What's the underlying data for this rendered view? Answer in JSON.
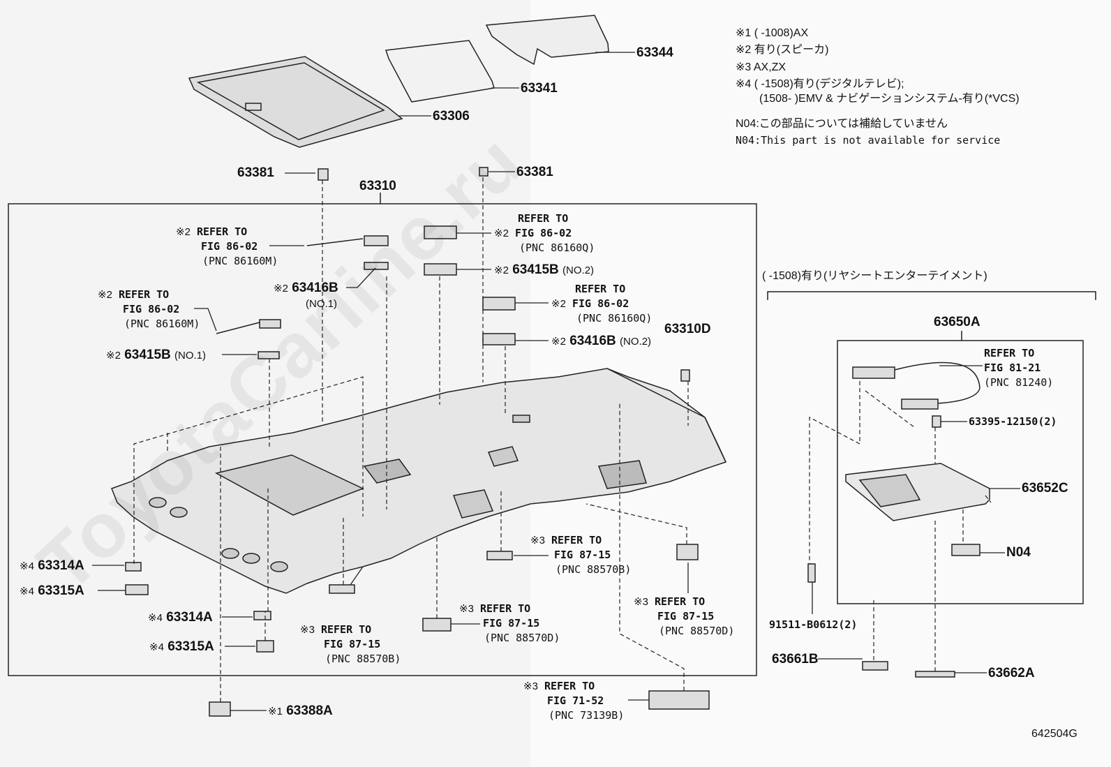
{
  "watermark": "ToyotaCarline.ru",
  "notes": {
    "n1": "※1 (      -1008)AX",
    "n2": "※2 有り(スピーカ)",
    "n3": "※3 AX,ZX",
    "n4a": "※4 (      -1508)有り(デジタルテレビ);",
    "n4b": "(1508-      )EMV & ナビゲーションシステム-有り(*VCS)",
    "n04jp": "N04:この部品については補給していません",
    "n04en": "N04:This part is not available for service"
  },
  "figure_code": "642504G",
  "rear_group_title": "(      -1508)有り(リヤシートエンターテイメント)",
  "parts": {
    "p63344": "63344",
    "p63341": "63341",
    "p63306": "63306",
    "p63381a": "63381",
    "p63381b": "63381",
    "p63310": "63310",
    "p63310d": "63310D",
    "p63650a": "63650A",
    "p63395": "63395-12150(2)",
    "p63652c": "63652C",
    "n04": "N04",
    "p91511": "91511-B0612(2)",
    "p63661b": "63661B",
    "p63662a": "63662A",
    "p63388a": "63388A",
    "p63416b1": "63416B",
    "p63415b2": "63415B",
    "p63416b2": "63416B",
    "p63415b1": "63415B",
    "p63314a1": "63314A",
    "p63315a1": "63315A",
    "p63314a2": "63314A",
    "p63315a2": "63315A"
  },
  "qualifiers": {
    "no1a": "(NO.1)",
    "no2a": "(NO.2)",
    "no2b": "(NO.2)",
    "no1b": "(NO.1)"
  },
  "marks": {
    "m1": "※1",
    "m2": "※2",
    "m3": "※3",
    "m4": "※4"
  },
  "refs": {
    "r1": {
      "l1": "REFER TO",
      "l2": "FIG 86-02",
      "l3": "(PNC 86160M)"
    },
    "r2": {
      "l1": "REFER TO",
      "l2": "FIG 86-02",
      "l3": "(PNC 86160Q)"
    },
    "r3": {
      "l1": "REFER TO",
      "l2": "FIG 86-02",
      "l3": "(PNC 86160M)"
    },
    "r4": {
      "l1": "REFER TO",
      "l2": "FIG 86-02",
      "l3": "(PNC 86160Q)"
    },
    "r5": {
      "l1": "REFER TO",
      "l2": "FIG 81-21",
      "l3": "(PNC 81240)"
    },
    "r6": {
      "l1": "REFER TO",
      "l2": "FIG 87-15",
      "l3": "(PNC 88570B)"
    },
    "r7": {
      "l1": "REFER TO",
      "l2": "FIG 87-15",
      "l3": "(PNC 88570D)"
    },
    "r8": {
      "l1": "REFER TO",
      "l2": "FIG 87-15",
      "l3": "(PNC 88570B)"
    },
    "r9": {
      "l1": "REFER TO",
      "l2": "FIG 87-15",
      "l3": "(PNC 88570D)"
    },
    "r10": {
      "l1": "REFER TO",
      "l2": "FIG 71-52",
      "l3": "(PNC 73139B)"
    }
  }
}
